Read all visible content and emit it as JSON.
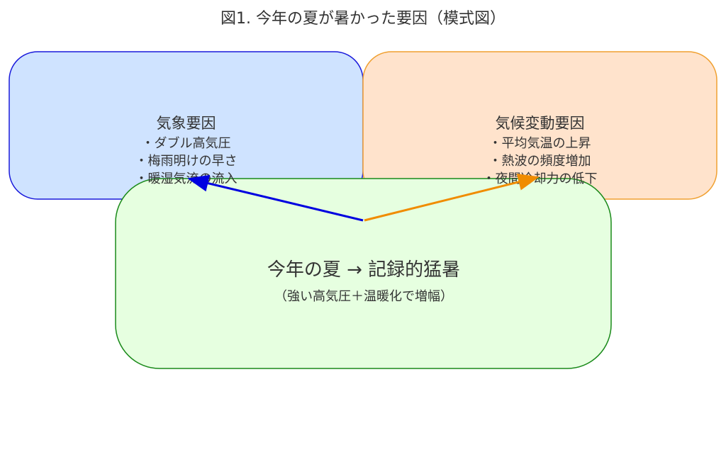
{
  "title": "図1. 今年の夏が暑かった要因（模式図）",
  "weather_box": {
    "heading": "気象要因",
    "items": [
      "・ダブル高気圧",
      "・梅雨明けの早さ",
      "・暖湿気流の流入"
    ],
    "fill": "#cfe3ff",
    "stroke": "#1a1adb"
  },
  "climate_box": {
    "heading": "気候変動要因",
    "items": [
      "・平均気温の上昇",
      "・熱波の頻度増加",
      "・夜間冷却力の低下"
    ],
    "fill": "#ffe3cc",
    "stroke": "#f0a030"
  },
  "summer_box": {
    "label": "今年の夏 → 記録的猛暑",
    "sub": "（強い高気圧＋温暖化で増幅）",
    "fill": "#e6ffe0",
    "stroke": "#1a8a1a"
  },
  "arrows": {
    "weather_color": "#0000e0",
    "climate_color": "#f08c00"
  }
}
